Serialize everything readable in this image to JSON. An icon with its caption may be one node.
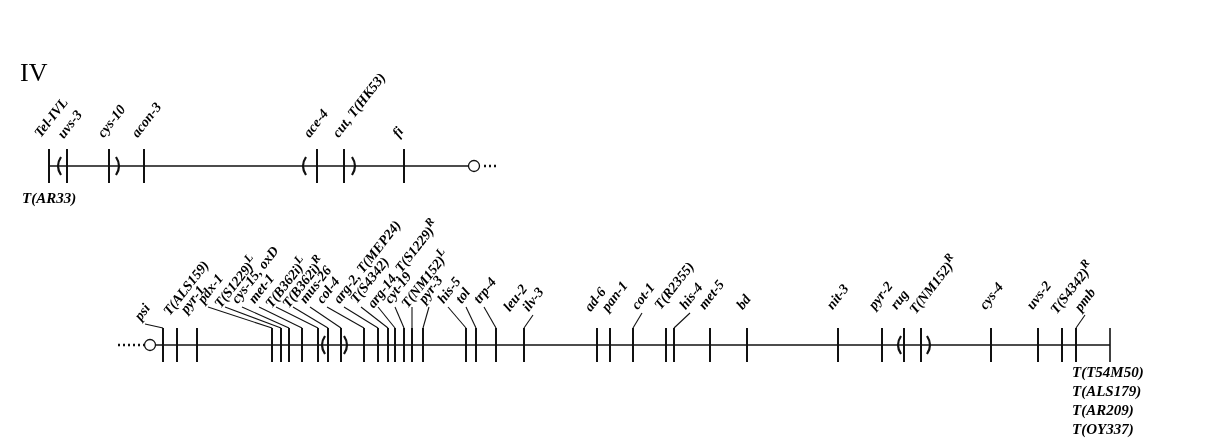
{
  "diagram": {
    "title": "IV",
    "nodes": [
      {
        "text": [
          "Tel-IVL"
        ]
      },
      {
        "text": [
          "uvs-3"
        ]
      },
      {
        "text": [
          "cys-10"
        ]
      },
      {
        "text": [
          "acon-3"
        ]
      },
      {
        "text": [
          "ace-4"
        ]
      },
      {
        "text": [
          "cut, T(HK53)"
        ]
      },
      {
        "text": [
          "fi"
        ]
      },
      {
        "text": [
          "psi"
        ]
      },
      {
        "text": [
          "T(ALS159)"
        ]
      },
      {
        "text": [
          "pyr-1"
        ]
      },
      {
        "text": [
          "pdx-1"
        ]
      },
      {
        "text": [
          "T(S1229)$^{L}$"
        ]
      },
      {
        "text": [
          "cys-15, oxD"
        ]
      },
      {
        "text": [
          "met-1"
        ]
      },
      {
        "text": [
          "T(B362i)$^{L}$"
        ]
      },
      {
        "text": [
          "T(B362i)$^{R}$"
        ]
      },
      {
        "text": [
          "mus-26"
        ]
      },
      {
        "text": [
          "col-4"
        ]
      },
      {
        "text": [
          "arg-2, T(MEP24)"
        ]
      },
      {
        "text": [
          "T(S4342)"
        ]
      },
      {
        "text": [
          "arg-14, T(S1229)$^{R}$"
        ]
      },
      {
        "text": [
          "cyt-19"
        ]
      },
      {
        "text": [
          "T(NM152)$^{L}$"
        ]
      },
      {
        "text": [
          "pyr-3"
        ]
      },
      {
        "text": [
          "his-5"
        ]
      },
      {
        "text": [
          "tol"
        ]
      },
      {
        "text": [
          "trp-4"
        ]
      },
      {
        "text": [
          "leu-2"
        ]
      },
      {
        "text": [
          "ilv-3"
        ]
      },
      {
        "text": [
          "ad-6"
        ]
      },
      {
        "text": [
          "pan-1"
        ]
      },
      {
        "text": [
          "cot-1"
        ]
      },
      {
        "text": [
          "T(R2355)"
        ]
      },
      {
        "text": [
          "his-4"
        ]
      },
      {
        "text": [
          "met-5"
        ]
      },
      {
        "text": [
          "bd"
        ]
      },
      {
        "text": [
          "nit-3"
        ]
      },
      {
        "text": [
          "pyr-2"
        ]
      },
      {
        "text": [
          "rug"
        ]
      },
      {
        "text": [
          "T(NM152)$^{R}$"
        ]
      },
      {
        "text": [
          "cys-4"
        ]
      },
      {
        "text": [
          "uvs-2"
        ]
      },
      {
        "text": [
          "T(S4342)$^{R}$"
        ]
      },
      {
        "text": [
          "pmb"
        ]
      },
      {
        "text": [],
        "shape": "bar"
      },
      {
        "text": [],
        "shape": "bar"
      },
      {
        "text": [],
        "shape": "bar"
      },
      {
        "text": [],
        "shape": "bar"
      },
      {
        "text": [],
        "shape": "bar"
      },
      {
        "text": [],
        "shape": "bar"
      },
      {
        "text": [],
        "shape": "bar"
      },
      {
        "text": [],
        "shape": "bar"
      },
      {
        "text": [],
        "shape": "bar"
      },
      {
        "text": [],
        "shape": "bar"
      },
      {
        "text": [],
        "shape": "bar"
      },
      {
        "text": [],
        "shape": "bar"
      },
      {
        "text": [],
        "shape": "bar"
      },
      {
        "text": [],
        "shape": "bar"
      },
      {
        "text": [],
        "shape": "bar"
      },
      {
        "text": [],
        "shape": "bar"
      },
      {
        "text": [],
        "shape": "bar"
      },
      {
        "text": [],
        "shape": "bar"
      },
      {
        "text": [],
        "shape": "bar"
      },
      {
        "text": [],
        "shape": "bar"
      },
      {
        "text": [],
        "shape": "bar"
      },
      {
        "text": [],
        "shape": "bar"
      },
      {
        "text": [],
        "shape": "bar"
      },
      {
        "text": [],
        "shape": "bar"
      },
      {
        "text": [],
        "shape": "bar"
      },
      {
        "text": [],
        "shape": "bar"
      },
      {
        "text": [],
        "shape": "bar"
      },
      {
        "text": [],
        "shape": "bar"
      },
      {
        "text": [],
        "shape": "bar"
      },
      {
        "text": [],
        "shape": "bar"
      },
      {
        "text": [],
        "shape": "bar"
      },
      {
        "text": [],
        "shape": "bar"
      },
      {
        "text": [],
        "shape": "bar"
      },
      {
        "text": [],
        "shape": "bar"
      },
      {
        "text": [],
        "shape": "bar"
      },
      {
        "text": [],
        "shape": "bar"
      },
      {
        "text": [],
        "shape": "bar"
      },
      {
        "text": [],
        "shape": "bar"
      },
      {
        "text": [],
        "shape": "bar"
      },
      {
        "text": [],
        "shape": "bar"
      },
      {
        "text": [],
        "shape": "bar"
      },
      {
        "text": [],
        "shape": "bar"
      },
      {
        "text": [],
        "shape": "bar"
      }
    ],
    "edges": [
      {
        "from": 7,
        "to": 51,
        "arrow": "none"
      },
      {
        "from": 10,
        "to": 54,
        "arrow": "none"
      },
      {
        "from": 11,
        "to": 55,
        "arrow": "none"
      },
      {
        "from": 12,
        "to": 56,
        "arrow": "none"
      },
      {
        "from": 13,
        "to": 57,
        "arrow": "none"
      },
      {
        "from": 14,
        "to": 58,
        "arrow": "none"
      },
      {
        "from": 15,
        "to": 59,
        "arrow": "none"
      },
      {
        "from": 16,
        "to": 60,
        "arrow": "none"
      },
      {
        "from": 17,
        "to": 61,
        "arrow": "none"
      },
      {
        "from": 18,
        "to": 62,
        "arrow": "none"
      },
      {
        "from": 19,
        "to": 63,
        "arrow": "none"
      },
      {
        "from": 20,
        "to": 64,
        "arrow": "none"
      },
      {
        "from": 21,
        "to": 65,
        "arrow": "none"
      },
      {
        "from": 22,
        "to": 66,
        "arrow": "none"
      },
      {
        "from": 23,
        "to": 67,
        "arrow": "none"
      },
      {
        "from": 24,
        "to": 68,
        "arrow": "none"
      },
      {
        "from": 25,
        "to": 69,
        "arrow": "none"
      },
      {
        "from": 26,
        "to": 70,
        "arrow": "none"
      },
      {
        "from": 28,
        "to": 71,
        "arrow": "none"
      },
      {
        "from": 31,
        "to": 74,
        "arrow": "none"
      },
      {
        "from": 33,
        "to": 76,
        "arrow": "none"
      },
      {
        "from": 43,
        "to": 86,
        "arrow": "none"
      }
    ],
    "labels": [
      "T(AR33)",
      "T(T54M50)",
      "T(ALS179)",
      "T(AR209)",
      "T(OY337)"
    ]
  }
}
